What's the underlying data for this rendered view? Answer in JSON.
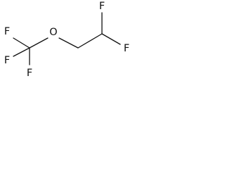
{
  "molecule": {
    "atoms": {
      "f_cf3_left": "F",
      "f_cf3_top": "F",
      "f_cf3_bottom": "F",
      "o_ether": "O",
      "f_chf2_top": "F",
      "f_chf2_right": "F"
    }
  }
}
